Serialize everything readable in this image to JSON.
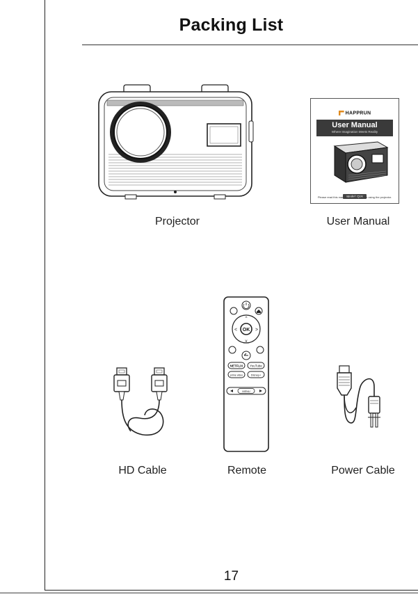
{
  "page": {
    "title": "Packing List",
    "page_number": "17"
  },
  "items": {
    "projector": "Projector",
    "user_manual": "User Manual",
    "hd_cable": "HD Cable",
    "remote": "Remote",
    "power_cable": "Power Cable"
  },
  "manual_cover": {
    "brand": "HAPPRUN",
    "heading": "User Manual",
    "tagline": "Where Imagination Meets Reality",
    "model": "Model: Q18",
    "note": "Please read this manual carefully before using the projector."
  },
  "remote_buttons": {
    "ok": "OK",
    "netflix": "NETFLIX",
    "youtube": "YouTube",
    "prime": "prime video",
    "disney": "Disney+",
    "menu": "MENU"
  },
  "colors": {
    "manual_logo": "#e08a1e",
    "ink": "#222222"
  }
}
